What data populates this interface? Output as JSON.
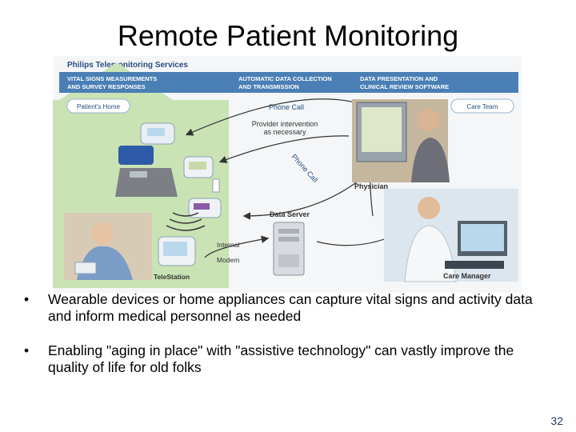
{
  "slide": {
    "title": "Remote Patient Monitoring",
    "page_number": "32"
  },
  "figure": {
    "brand_title": "Philips Telemonitoring Services",
    "header": {
      "col1": [
        "VITAL SIGNS MEASUREMENTS",
        "AND SURVEY RESPONSES"
      ],
      "col2": [
        "AUTOMATIC DATA COLLECTION",
        "AND TRANSMISSION"
      ],
      "col3": [
        "DATA PRESENTATION AND",
        "CLINICAL REVIEW SOFTWARE"
      ]
    },
    "labels": {
      "patients_home": "Patient's Home",
      "phone_call": "Phone Call",
      "care_team": "Care Team",
      "provider_intervention": [
        "Provider intervention",
        "as necessary"
      ],
      "phone_call_diagonal": "Phone Call",
      "physician": "Physician",
      "data_server": "Data Server",
      "internal_modem": [
        "Internal",
        "Modem"
      ],
      "telestation": "TeleStation",
      "care_manager": "Care Manager"
    },
    "colors": {
      "header_bar": "#4a7fb5",
      "house": "#c9e3b4",
      "label_text": "#2b4d7e",
      "arrow": "#333333"
    }
  },
  "bullets": [
    "Wearable devices or home appliances can capture vital signs and activity data and inform medical personnel as needed",
    "Enabling \"aging in place\" with \"assistive technology\" can vastly improve the quality of life for old folks"
  ]
}
